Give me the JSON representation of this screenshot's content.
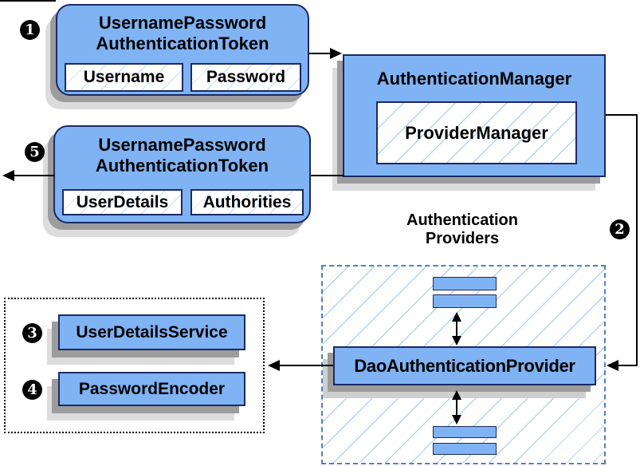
{
  "colors": {
    "box_fill": "#7fb3f4",
    "box_border": "#1b2a63",
    "dashed_border": "#4d7fc0",
    "hatch_line": "#9fc6ef",
    "shadow_dark": "#9c9c9c",
    "shadow_light": "#dcdcdc",
    "arrow": "#000000"
  },
  "nodes": {
    "request_token": {
      "title_line1": "UsernamePassword",
      "title_line2": "AuthenticationToken",
      "fields": [
        "Username",
        "Password"
      ]
    },
    "authentication_manager": {
      "title": "AuthenticationManager",
      "inner": "ProviderManager"
    },
    "response_token": {
      "title_line1": "UsernamePassword",
      "title_line2": "AuthenticationToken",
      "fields": [
        "UserDetails",
        "Authorities"
      ]
    },
    "providers": {
      "heading_line1": "Authentication",
      "heading_line2": "Providers",
      "main_provider": "DaoAuthenticationProvider"
    },
    "services": {
      "user_details_service": "UserDetailsService",
      "password_encoder": "PasswordEncoder"
    }
  },
  "badges": {
    "step1": "1",
    "step2": "2",
    "step3": "3",
    "step4": "4",
    "step5": "5"
  }
}
